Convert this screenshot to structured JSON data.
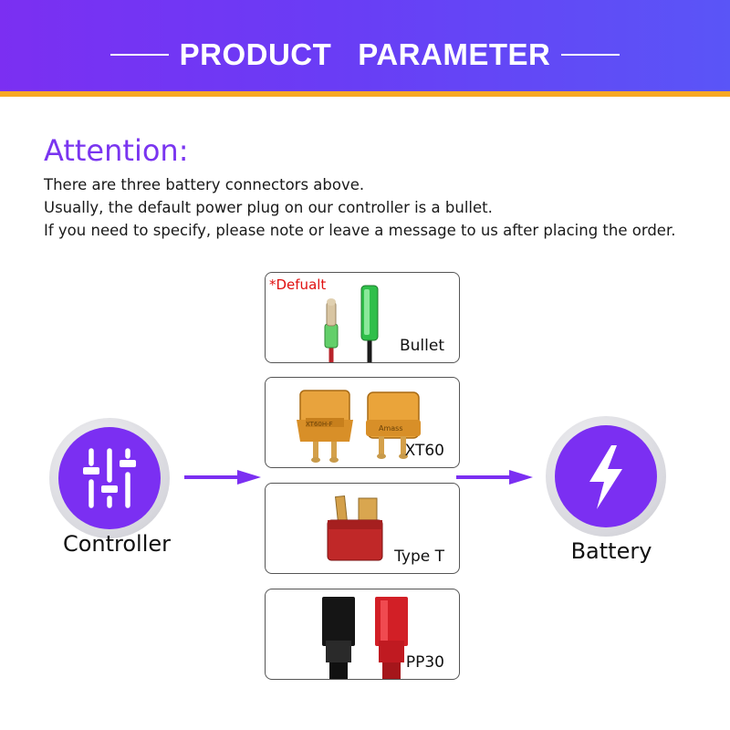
{
  "header": {
    "title": "PRODUCT   PARAMETER"
  },
  "attention": {
    "title": "Attention:",
    "lines": [
      "There are three battery connectors above.",
      "Usually, the default power plug on our controller is a bullet.",
      "If you need to specify, please note or leave a message to us after placing the order."
    ]
  },
  "flow": {
    "source_label": "Controller",
    "source_icon": "sliders-icon",
    "target_label": "Battery",
    "target_icon": "lightning-bolt-icon",
    "accent_color": "#7b2ff2"
  },
  "connectors": [
    {
      "label": "Bullet",
      "tag": "*Defualt",
      "icon": "bullet-connector-icon"
    },
    {
      "label": "XT60",
      "icon": "xt60-connector-icon",
      "markings": [
        "XT60H-F",
        "Amass"
      ]
    },
    {
      "label": "Type T",
      "icon": "type-t-connector-icon"
    },
    {
      "label": "PP30",
      "icon": "pp30-connector-icon"
    }
  ]
}
